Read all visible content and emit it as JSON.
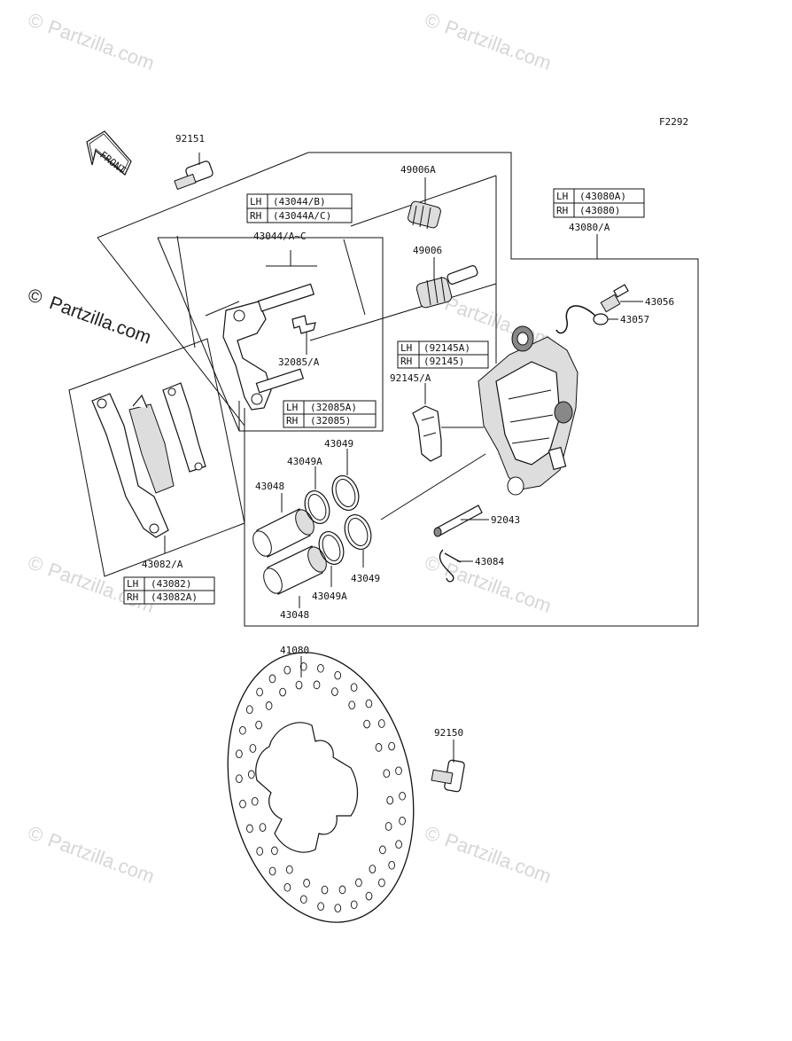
{
  "figure_code": "F2292",
  "front_label": "FRONT",
  "watermark": {
    "symbol": "©",
    "text": "Partzilla.com"
  },
  "labels": {
    "p92151": "92151",
    "p49006A": "49006A",
    "p49006": "49006",
    "p43044": "43044/A~C",
    "p32085": "32085/A",
    "p92145": "92145/A",
    "p43080": "43080/A",
    "p43056": "43056",
    "p43057": "43057",
    "p43049a": "43049",
    "p43049A_a": "43049A",
    "p43048a": "43048",
    "p43049b": "43049",
    "p43049A_b": "43049A",
    "p43048b": "43048",
    "p92043": "92043",
    "p43084": "43084",
    "p43082": "43082/A",
    "p41080": "41080",
    "p92150": "92150"
  },
  "tables": {
    "t43044": [
      {
        "side": "LH",
        "part": "(43044/B)"
      },
      {
        "side": "RH",
        "part": "(43044A/C)"
      }
    ],
    "t43080": [
      {
        "side": "LH",
        "part": "(43080A)"
      },
      {
        "side": "RH",
        "part": "(43080)"
      }
    ],
    "t92145": [
      {
        "side": "LH",
        "part": "(92145A)"
      },
      {
        "side": "RH",
        "part": "(92145)"
      }
    ],
    "t32085": [
      {
        "side": "LH",
        "part": "(32085A)"
      },
      {
        "side": "RH",
        "part": "(32085)"
      }
    ],
    "t43082": [
      {
        "side": "LH",
        "part": "(43082)"
      },
      {
        "side": "RH",
        "part": "(43082A)"
      }
    ]
  }
}
